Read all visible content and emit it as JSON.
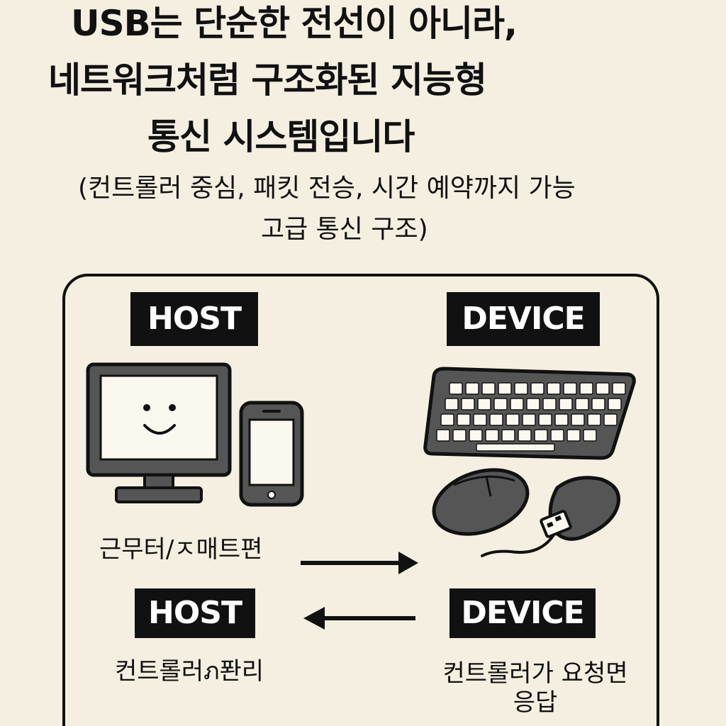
{
  "title": {
    "line1": "USB는 단순한 전선이 아니라,",
    "line2": "네트워크처럼 구조화된 지능형",
    "line3": "통신 시스템입니다"
  },
  "subtitle": {
    "line1": "(컨트롤러 중심, 패킷 전승, 시간 예약까지 가능",
    "line2": "고급 통신 구조)"
  },
  "diagram": {
    "host_top_label": "HOST",
    "device_top_label": "DEVICE",
    "host_devices_caption": "근무터/ㅈ매트편",
    "host_bottom_label": "HOST",
    "device_bottom_label": "DEVICE",
    "host_role_caption": "컨트롤러ภ퐌리",
    "device_role_caption": "컨트롤러가 요청면 응답"
  },
  "colors": {
    "background": "#f5efe1",
    "ink": "#111111",
    "device_gray": "#555555",
    "screen": "#fbf8f0"
  },
  "icons": [
    "monitor-icon",
    "smartphone-icon",
    "keyboard-icon",
    "mouse-icon",
    "usb-drive-icon",
    "arrow-right-icon",
    "arrow-left-icon"
  ]
}
